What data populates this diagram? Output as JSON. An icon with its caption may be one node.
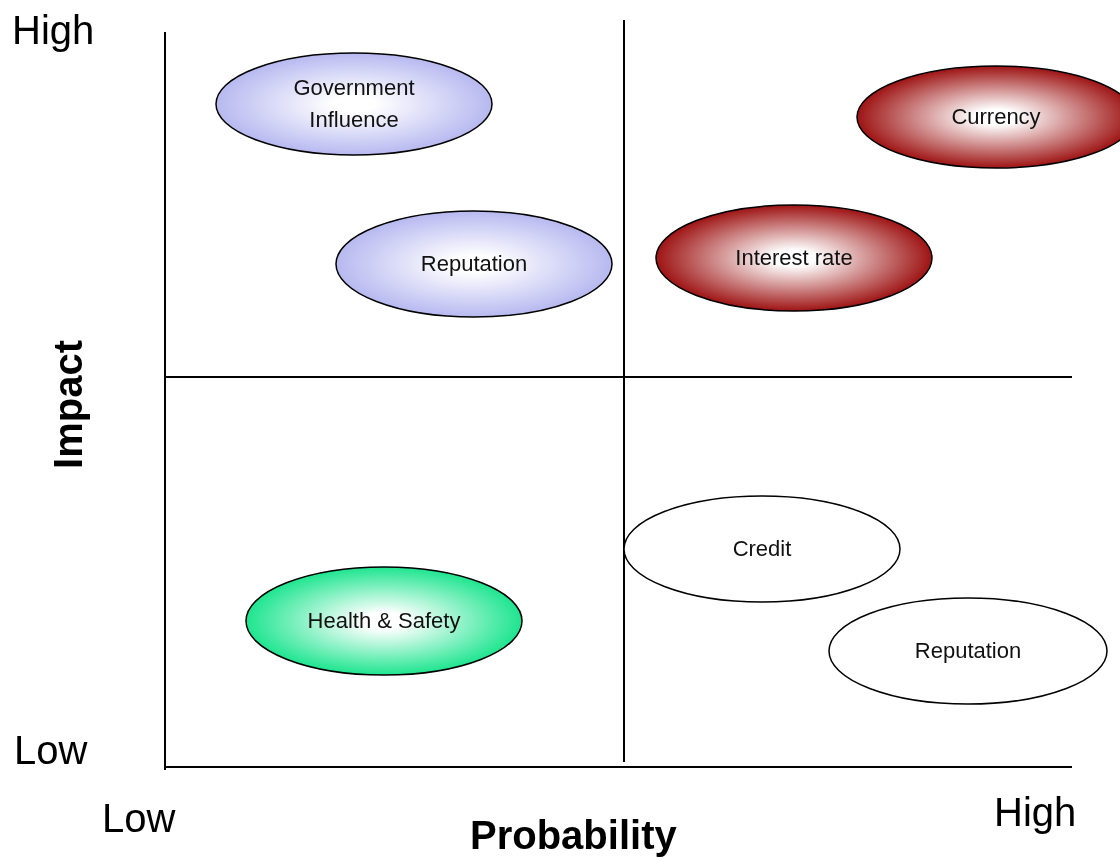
{
  "diagram": {
    "nodes": [
      {
        "text": [
          "Government Influence"
        ]
      },
      {
        "text": [
          "Reputation"
        ]
      },
      {
        "text": [
          "Currency"
        ]
      },
      {
        "text": [
          "Interest rate"
        ]
      },
      {
        "text": [
          "Credit"
        ]
      },
      {
        "text": [
          "Health & Safety"
        ]
      },
      {
        "text": [
          "Reputation"
        ]
      }
    ],
    "edges": [],
    "labels": [
      "High",
      "Impact",
      "Low",
      "Low",
      "High",
      "Probability"
    ]
  }
}
